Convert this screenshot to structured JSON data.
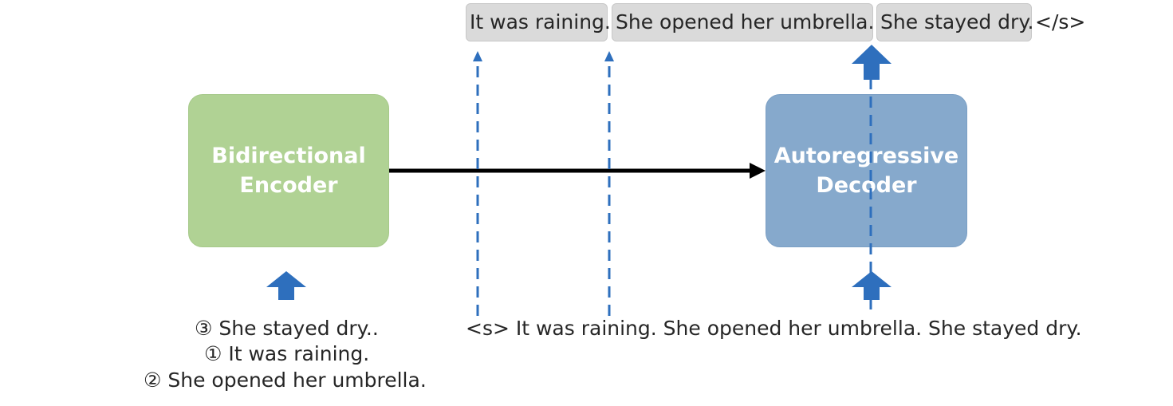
{
  "encoder": {
    "line1": "Bidirectional",
    "line2": "Encoder"
  },
  "decoder": {
    "line1": "Autoregressive",
    "line2": "Decoder"
  },
  "output_tokens": [
    "It was raining.",
    "She opened her umbrella.",
    "She stayed dry."
  ],
  "output_eos": "</s>",
  "encoder_input_lines": [
    "③  She stayed dry..",
    "①  It was raining.",
    "②  She opened her umbrella."
  ],
  "decoder_input": "<s> It was raining. She opened her umbrella. She stayed dry.",
  "colors": {
    "encoder_fill": "#b0d294",
    "decoder_fill": "#86a9cc",
    "arrow_blue": "#2e6fbd",
    "dashed_blue": "#2e6fbd",
    "token_fill": "#dadada"
  }
}
